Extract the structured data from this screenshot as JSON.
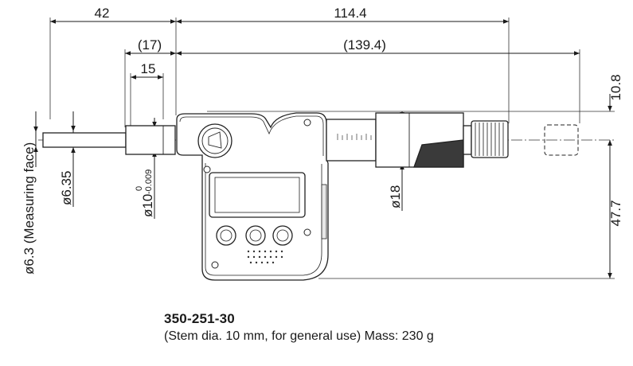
{
  "dimensions": {
    "d42": "42",
    "d114_4": "114.4",
    "d17": "(17)",
    "d139_4": "(139.4)",
    "d15": "15",
    "d10_8": "10.8",
    "d47_7": "47.7",
    "dia6_3": "ø6.3 (Measuring face)",
    "dia6_35": "ø6.35",
    "dia10": "ø10",
    "dia10_tol_upper": "0",
    "dia10_tol_lower": "-0.009",
    "dia18": "ø18"
  },
  "product": {
    "model": "350-251-30",
    "description": "(Stem dia. 10 mm, for general use) Mass: 230 g"
  }
}
